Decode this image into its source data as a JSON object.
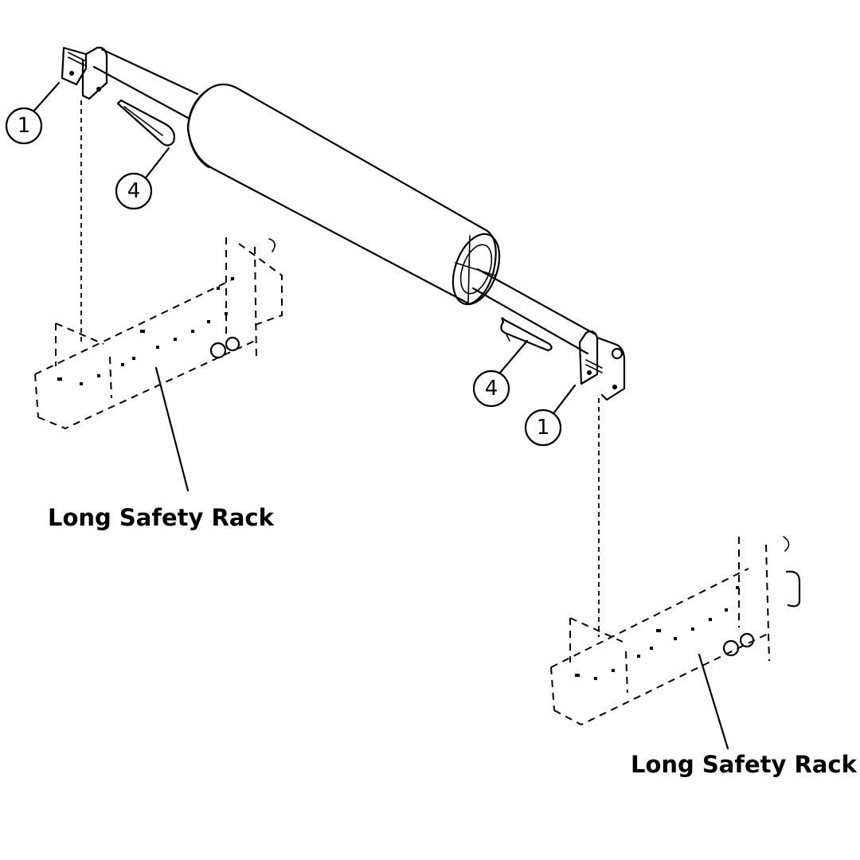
{
  "diagram": {
    "type": "exploded assembly drawing",
    "parts": [
      {
        "id": "roller",
        "name": "Roller pad with bar"
      },
      {
        "id": "rack-left",
        "name": "Long Safety Rack"
      },
      {
        "id": "rack-right",
        "name": "Long Safety Rack"
      }
    ],
    "callouts": [
      {
        "id": "callout-1-left",
        "number": "1"
      },
      {
        "id": "callout-4-left",
        "number": "4"
      },
      {
        "id": "callout-4-right",
        "number": "4"
      },
      {
        "id": "callout-1-right",
        "number": "1"
      }
    ],
    "labels": {
      "left_rack": "Long Safety Rack",
      "right_rack": "Long Safety Rack"
    },
    "colors": {
      "line": "#000000",
      "background": "#ffffff"
    }
  }
}
